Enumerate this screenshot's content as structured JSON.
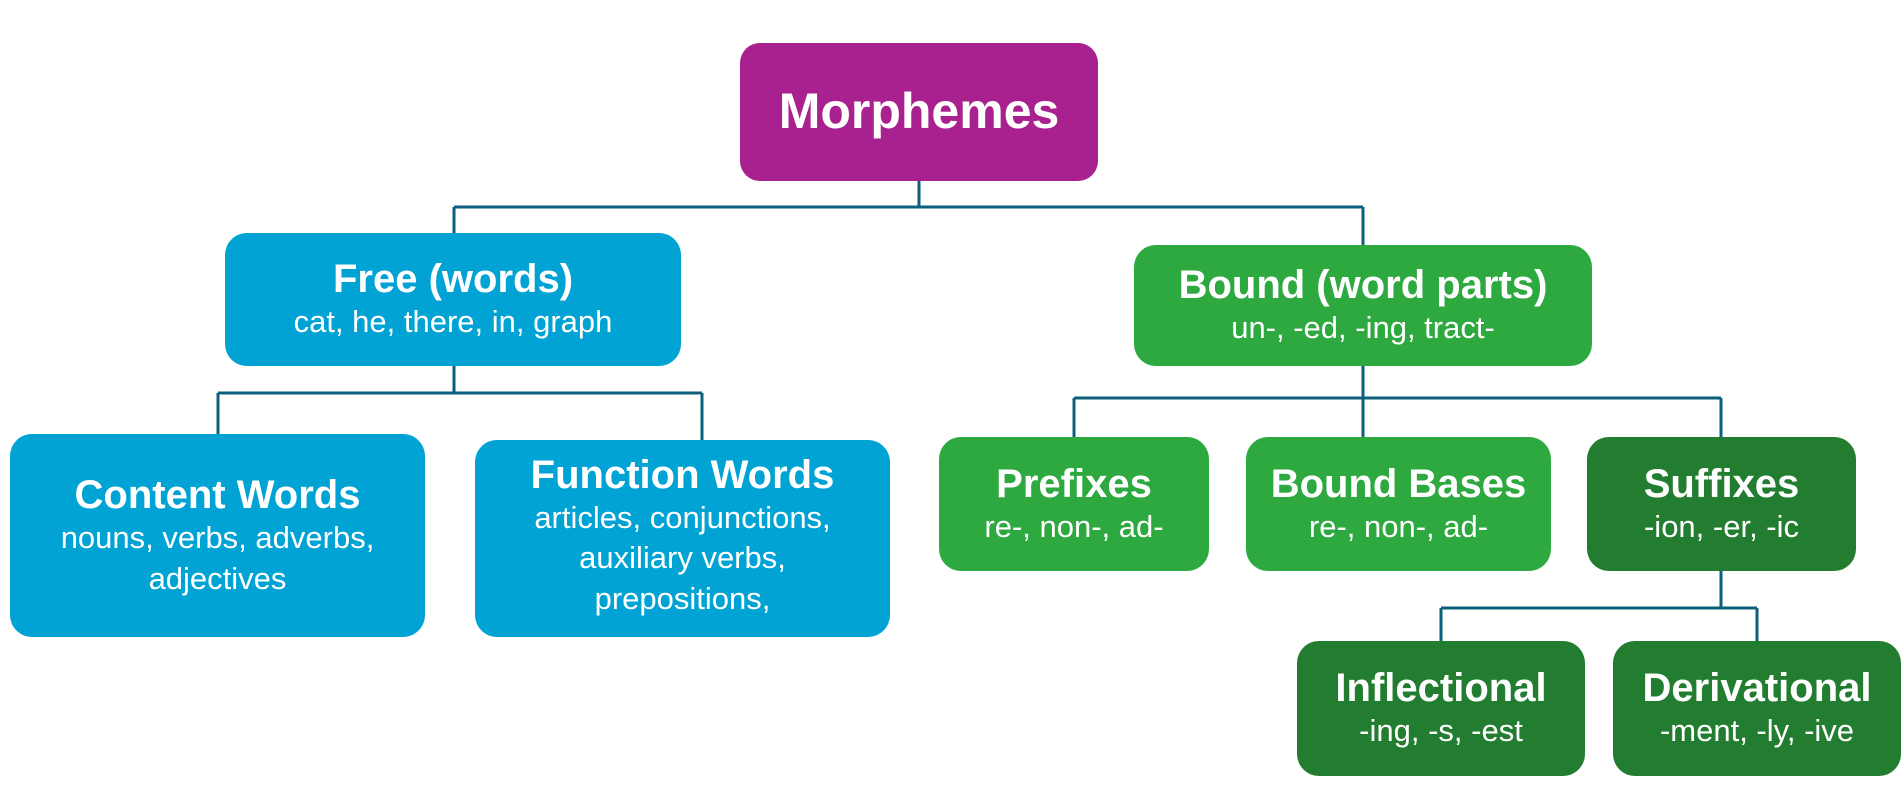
{
  "diagram": {
    "title": "Morphemes",
    "colors": {
      "root": "#a8218e",
      "free": "#00a3d4",
      "bound": "#2da940",
      "suffix_branch": "#237d30",
      "connector": "#0d5f7e"
    },
    "nodes": {
      "morphemes": {
        "title": "Morphemes"
      },
      "free": {
        "title": "Free (words)",
        "examples": "cat, he, there, in, graph"
      },
      "bound": {
        "title": "Bound (word parts)",
        "examples": "un-, -ed, -ing, tract-"
      },
      "content_words": {
        "title": "Content Words",
        "examples": "nouns, verbs, adverbs,\nadjectives"
      },
      "function_words": {
        "title": "Function Words",
        "examples": "articles, conjunctions,\nauxiliary verbs,\nprepositions,"
      },
      "prefixes": {
        "title": "Prefixes",
        "examples": "re-, non-, ad-"
      },
      "bound_bases": {
        "title": "Bound Bases",
        "examples": "re-, non-, ad-"
      },
      "suffixes": {
        "title": "Suffixes",
        "examples": "-ion, -er, -ic"
      },
      "inflectional": {
        "title": "Inflectional",
        "examples": "-ing, -s, -est"
      },
      "derivational": {
        "title": "Derivational",
        "examples": "-ment, -ly, -ive"
      }
    },
    "edges": [
      [
        "morphemes",
        "free"
      ],
      [
        "morphemes",
        "bound"
      ],
      [
        "free",
        "content_words"
      ],
      [
        "free",
        "function_words"
      ],
      [
        "bound",
        "prefixes"
      ],
      [
        "bound",
        "bound_bases"
      ],
      [
        "bound",
        "suffixes"
      ],
      [
        "suffixes",
        "inflectional"
      ],
      [
        "suffixes",
        "derivational"
      ]
    ]
  }
}
